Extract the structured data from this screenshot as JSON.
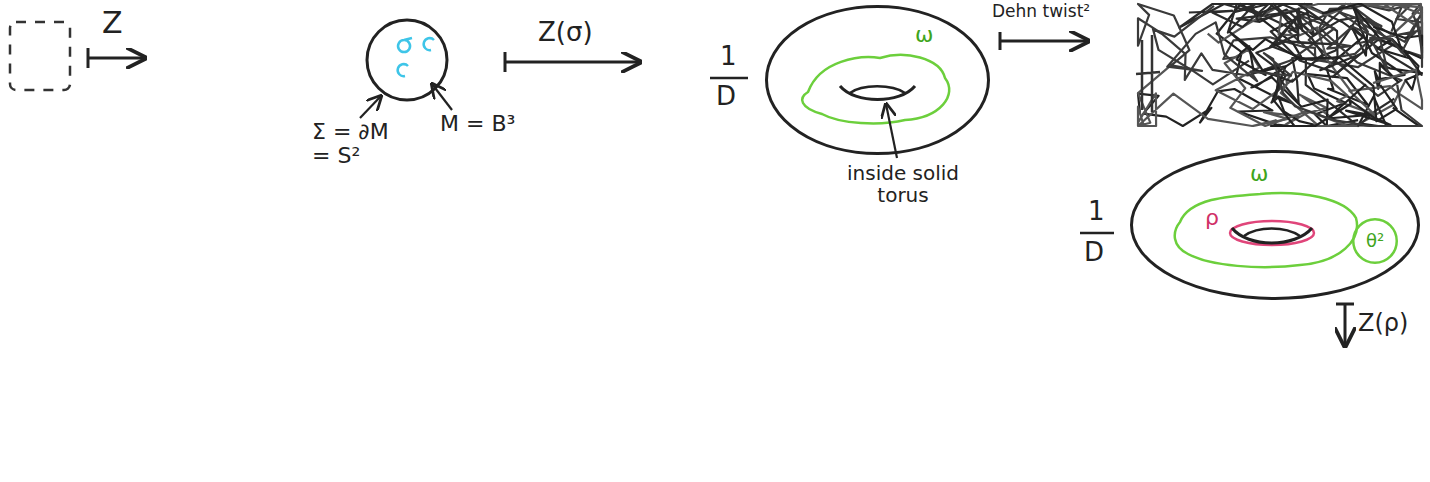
{
  "diagram": {
    "nodes": [
      {
        "text": [
          "ω"
        ]
      },
      {
        "text": [
          "ω",
          "ρ"
        ]
      },
      {
        "text": [
          "θ²"
        ],
        "in": 1
      }
    ],
    "labels": [
      "Z",
      "Σ = ∂M = S²",
      "M = B³",
      "Z(σ)",
      "1",
      "D",
      "inside solid torus",
      "Dehn twist²",
      "1",
      "D",
      "Z(ρ)"
    ]
  }
}
